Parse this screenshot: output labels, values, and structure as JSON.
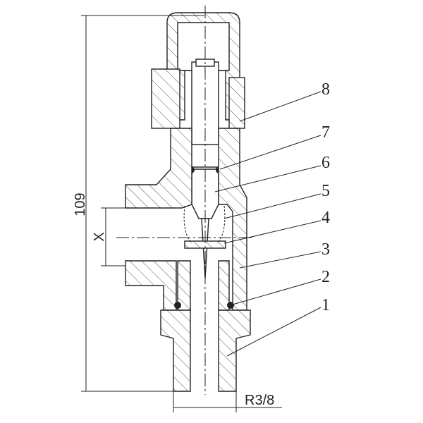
{
  "drawing": {
    "title_dimension": "109",
    "port_dimension": "X",
    "thread_dimension": "R3/8",
    "callouts": [
      "1",
      "2",
      "3",
      "4",
      "5",
      "6",
      "7",
      "8"
    ]
  }
}
